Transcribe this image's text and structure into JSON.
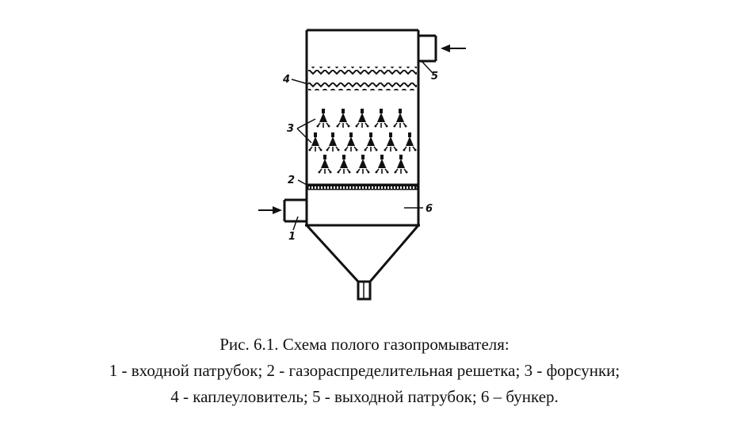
{
  "diagram": {
    "labels": {
      "l1": "1",
      "l2": "2",
      "l3": "3",
      "l4": "4",
      "l5": "5",
      "l6": "6"
    }
  },
  "caption": {
    "title": "Рис. 6.1. Схема полого газопромывателя:",
    "line1": "1 - входной патрубок; 2 - газораспределительная решетка; 3 - форсунки;",
    "line2": "4 - каплеуловитель; 5 - выходной патрубок; 6 – бункер."
  }
}
